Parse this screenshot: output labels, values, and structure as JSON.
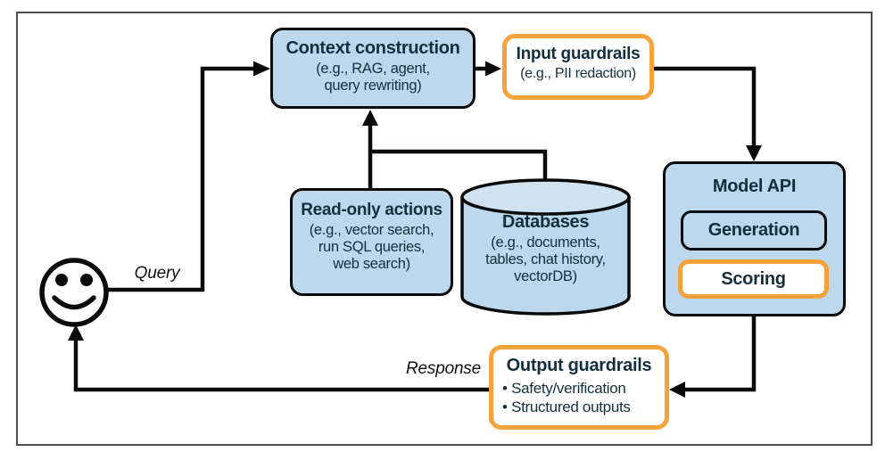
{
  "figure": {
    "labels": {
      "query": "Query",
      "response": "Response"
    },
    "nodes": {
      "context_construction": {
        "title": "Context construction",
        "subtitle": "(e.g., RAG, agent,\nquery rewriting)"
      },
      "input_guardrails": {
        "title": "Input guardrails",
        "subtitle": "(e.g., PII redaction)"
      },
      "model_api": {
        "title": "Model API",
        "generation_label": "Generation",
        "scoring_label": "Scoring"
      },
      "read_only_actions": {
        "title": "Read-only actions",
        "subtitle": "(e.g., vector search,\nrun SQL queries,\nweb search)"
      },
      "databases": {
        "title": "Databases",
        "subtitle": "(e.g., documents,\ntables, chat history,\nvectorDB)"
      },
      "output_guardrails": {
        "title": "Output guardrails",
        "bullets": [
          "Safety/verification",
          "Structured outputs"
        ]
      }
    },
    "icons": {
      "user": "smiley-face-icon",
      "databases": "database-cylinder-icon"
    },
    "colors": {
      "node_fill": "#bdd7ec",
      "cylinder_top_fill": "#cfe2f1",
      "guardrail_accent": "#f5a23c",
      "connector": "#0a0a0a",
      "text": "#132f3e",
      "frame_border": "#4d4d4d"
    }
  }
}
